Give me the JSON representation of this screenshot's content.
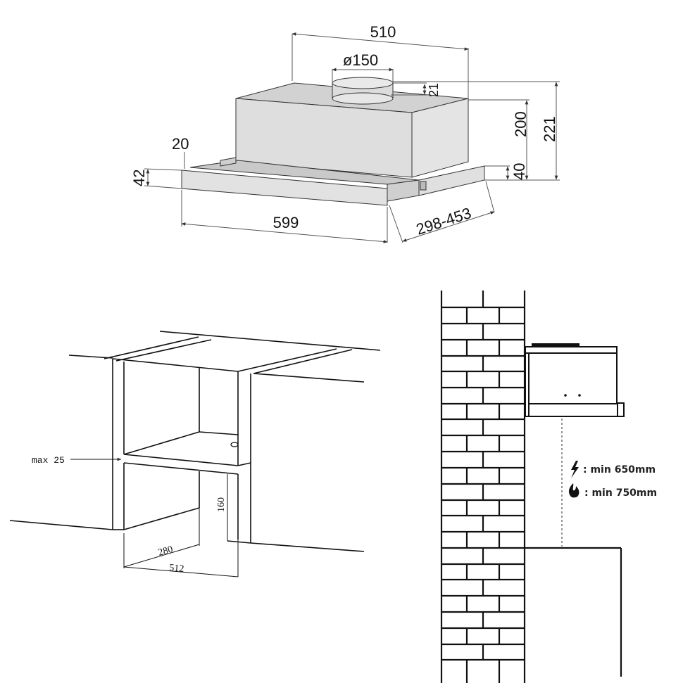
{
  "hood_dimensions": {
    "width_top": "510",
    "duct_diameter": "ø150",
    "duct_height": "21",
    "body_height": "200",
    "total_height": "221",
    "front_panel_thickness": "20",
    "front_panel_height": "42",
    "front_width": "599",
    "slide_height": "40",
    "extension_depth": "298-453"
  },
  "cabinet_dimensions": {
    "max_gap": "max 25",
    "height": "160",
    "depth_inner": "280",
    "depth_outer": "512"
  },
  "clearance": {
    "electric": {
      "icon": "lightning-icon",
      "label": ": min 650mm"
    },
    "gas": {
      "icon": "flame-icon",
      "label": ": min 750mm"
    }
  },
  "colors": {
    "line": "#222222",
    "hood_fill": "#dcdcdc",
    "hood_top": "#cfcfcf",
    "dim_line": "#555555"
  }
}
